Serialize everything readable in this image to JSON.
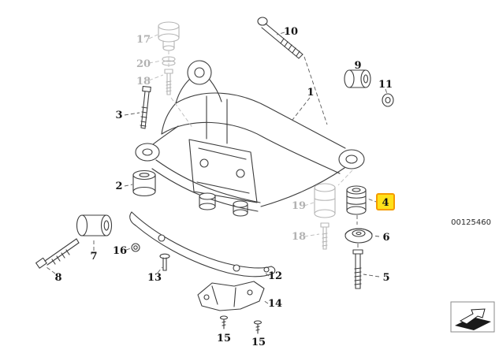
{
  "diagram": {
    "number": "00125460",
    "type": "exploded-parts-diagram",
    "highlighted_part": "4"
  },
  "colors": {
    "background": "#ffffff",
    "line": "#3d3d3d",
    "muted": "#b5b5b5",
    "label": "#161616",
    "highlight_fill": "#ffe11a",
    "highlight_border": "#f59b00"
  },
  "labels": [
    {
      "id": "17",
      "muted": true
    },
    {
      "id": "20",
      "muted": true
    },
    {
      "id": "18",
      "muted": true
    },
    {
      "id": "3",
      "muted": false
    },
    {
      "id": "2",
      "muted": false
    },
    {
      "id": "10",
      "muted": false
    },
    {
      "id": "9",
      "muted": false
    },
    {
      "id": "11",
      "muted": false
    },
    {
      "id": "1",
      "muted": false
    },
    {
      "id": "19",
      "muted": true
    },
    {
      "id": "4",
      "muted": false,
      "highlighted": true
    },
    {
      "id": "18",
      "muted": true
    },
    {
      "id": "6",
      "muted": false
    },
    {
      "id": "5",
      "muted": false
    },
    {
      "id": "7",
      "muted": false
    },
    {
      "id": "8",
      "muted": false
    },
    {
      "id": "16",
      "muted": false
    },
    {
      "id": "13",
      "muted": false
    },
    {
      "id": "12",
      "muted": false
    },
    {
      "id": "14",
      "muted": false
    },
    {
      "id": "15",
      "muted": false
    },
    {
      "id": "15",
      "muted": false
    }
  ],
  "icons": {
    "direction_indicator": "3d-direction-arrow"
  }
}
